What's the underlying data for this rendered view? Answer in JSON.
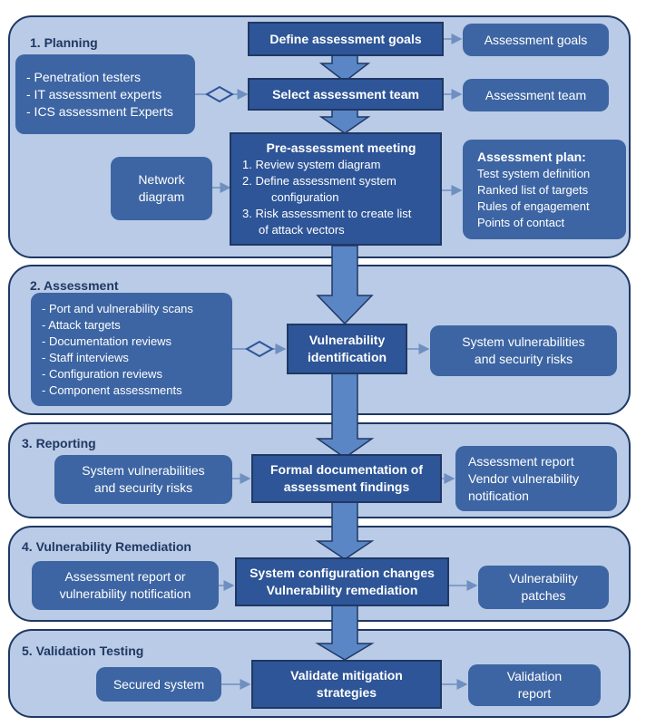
{
  "phases": {
    "planning": {
      "title": "1. Planning",
      "goals_box": "Define assessment goals",
      "goals_output": "Assessment goals",
      "team_inputs": [
        "- Penetration testers",
        "- IT assessment experts",
        "- ICS assessment Experts"
      ],
      "team_box": "Select assessment team",
      "team_output": "Assessment team",
      "network_input": [
        "Network",
        "diagram"
      ],
      "meeting_title": "Pre-assessment meeting",
      "meeting_steps": [
        "1. Review system diagram",
        "2. Define assessment system",
        "configuration",
        "3. Risk assessment to create list",
        "of attack vectors"
      ],
      "plan_title": "Assessment plan:",
      "plan_items": [
        "Test system definition",
        "Ranked list of targets",
        "Rules of engagement",
        "Points of contact"
      ]
    },
    "assessment": {
      "title": "2. Assessment",
      "inputs": [
        "- Port and vulnerability scans",
        "- Attack targets",
        "- Documentation reviews",
        "- Staff interviews",
        "- Configuration reviews",
        "- Component assessments"
      ],
      "main": [
        "Vulnerability",
        "identification"
      ],
      "output": [
        "System vulnerabilities",
        "and security risks"
      ]
    },
    "reporting": {
      "title": "3. Reporting",
      "input": [
        "System vulnerabilities",
        "and security risks"
      ],
      "main": [
        "Formal documentation of",
        "assessment findings"
      ],
      "output": [
        "Assessment report",
        "Vendor vulnerability",
        "notification"
      ]
    },
    "remediation": {
      "title": "4. Vulnerability Remediation",
      "input": [
        "Assessment report or",
        "vulnerability notification"
      ],
      "main": [
        "System configuration changes",
        "Vulnerability remediation"
      ],
      "output": [
        "Vulnerability",
        "patches"
      ]
    },
    "validation": {
      "title": "5. Validation Testing",
      "input": "Secured system",
      "main": [
        "Validate mitigation",
        "strategies"
      ],
      "output": [
        "Validation",
        "report"
      ]
    }
  },
  "colors": {
    "phase_fill": "#b9cbe6",
    "phase_border": "#1f3864",
    "main_fill": "#2e5597",
    "side_fill": "#3d65a3",
    "arrow_fill": "#5b86c5"
  }
}
